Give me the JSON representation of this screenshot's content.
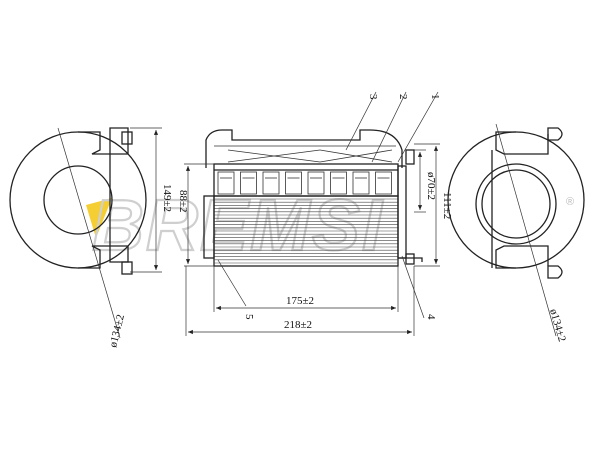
{
  "watermark": {
    "text": "BREMSI",
    "registered": "®"
  },
  "callouts": [
    "1",
    "2",
    "3",
    "4",
    "5"
  ],
  "dimensions": {
    "left_height": "149±2",
    "left_diameter": "ø134±2",
    "center_height": "88±2",
    "inner_diameter": "ø70±2",
    "outer_height": "111±2",
    "inner_length": "175±2",
    "total_length": "218±2",
    "right_diameter": "ø134±2"
  },
  "colors": {
    "line": "#222222",
    "watermark": "#cfcfcf",
    "accent": "#f2c200"
  }
}
